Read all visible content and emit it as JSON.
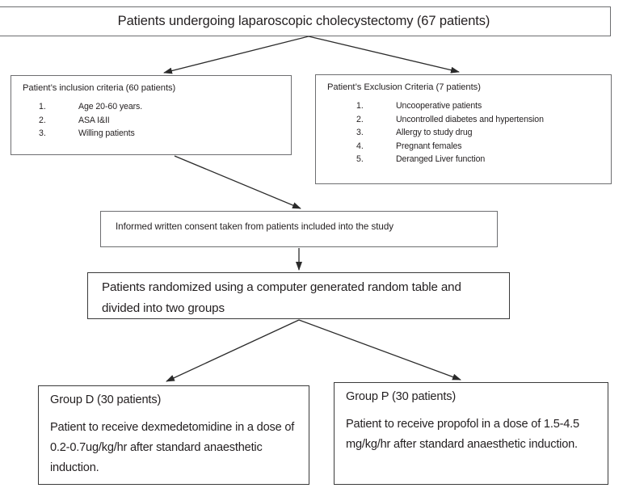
{
  "diagram": {
    "type": "study-flow-chart",
    "line_color": "#3a3a3a",
    "box_border_color": "#6d6e70",
    "background": "#ffffff",
    "text_color": "#231f20"
  },
  "top": {
    "title": "Patients undergoing laparoscopic cholecystectomy (67 patients)"
  },
  "inclusion": {
    "heading": "Patient’s inclusion criteria (60 patients)",
    "items": [
      {
        "num": "1.",
        "text": "Age 20-60 years."
      },
      {
        "num": "2.",
        "text": "ASA I&II"
      },
      {
        "num": "3.",
        "text": "Willing patients"
      }
    ]
  },
  "exclusion": {
    "heading": "Patient’s Exclusion Criteria (7 patients)",
    "items": [
      {
        "num": "1.",
        "text": "Uncooperative patients"
      },
      {
        "num": "2.",
        "text": "Uncontrolled diabetes and hypertension"
      },
      {
        "num": "3.",
        "text": "Allergy to study drug"
      },
      {
        "num": "4.",
        "text": "Pregnant females"
      },
      {
        "num": "5.",
        "text": "Deranged Liver function"
      }
    ]
  },
  "consent": {
    "text": "Informed written consent taken from patients included into the study"
  },
  "randomization": {
    "line1": "Patients randomized using a computer generated random table and",
    "line2": "divided into two groups"
  },
  "group_d": {
    "title": "Group D (30 patients)",
    "body": "Patient to receive dexmedetomidine  in a dose of 0.2-0.7ug/kg/hr after standard anaesthetic induction."
  },
  "group_p": {
    "title": "Group P (30 patients)",
    "body": "Patient to receive propofol in a dose of 1.5-4.5 mg/kg/hr after standard anaesthetic induction."
  }
}
